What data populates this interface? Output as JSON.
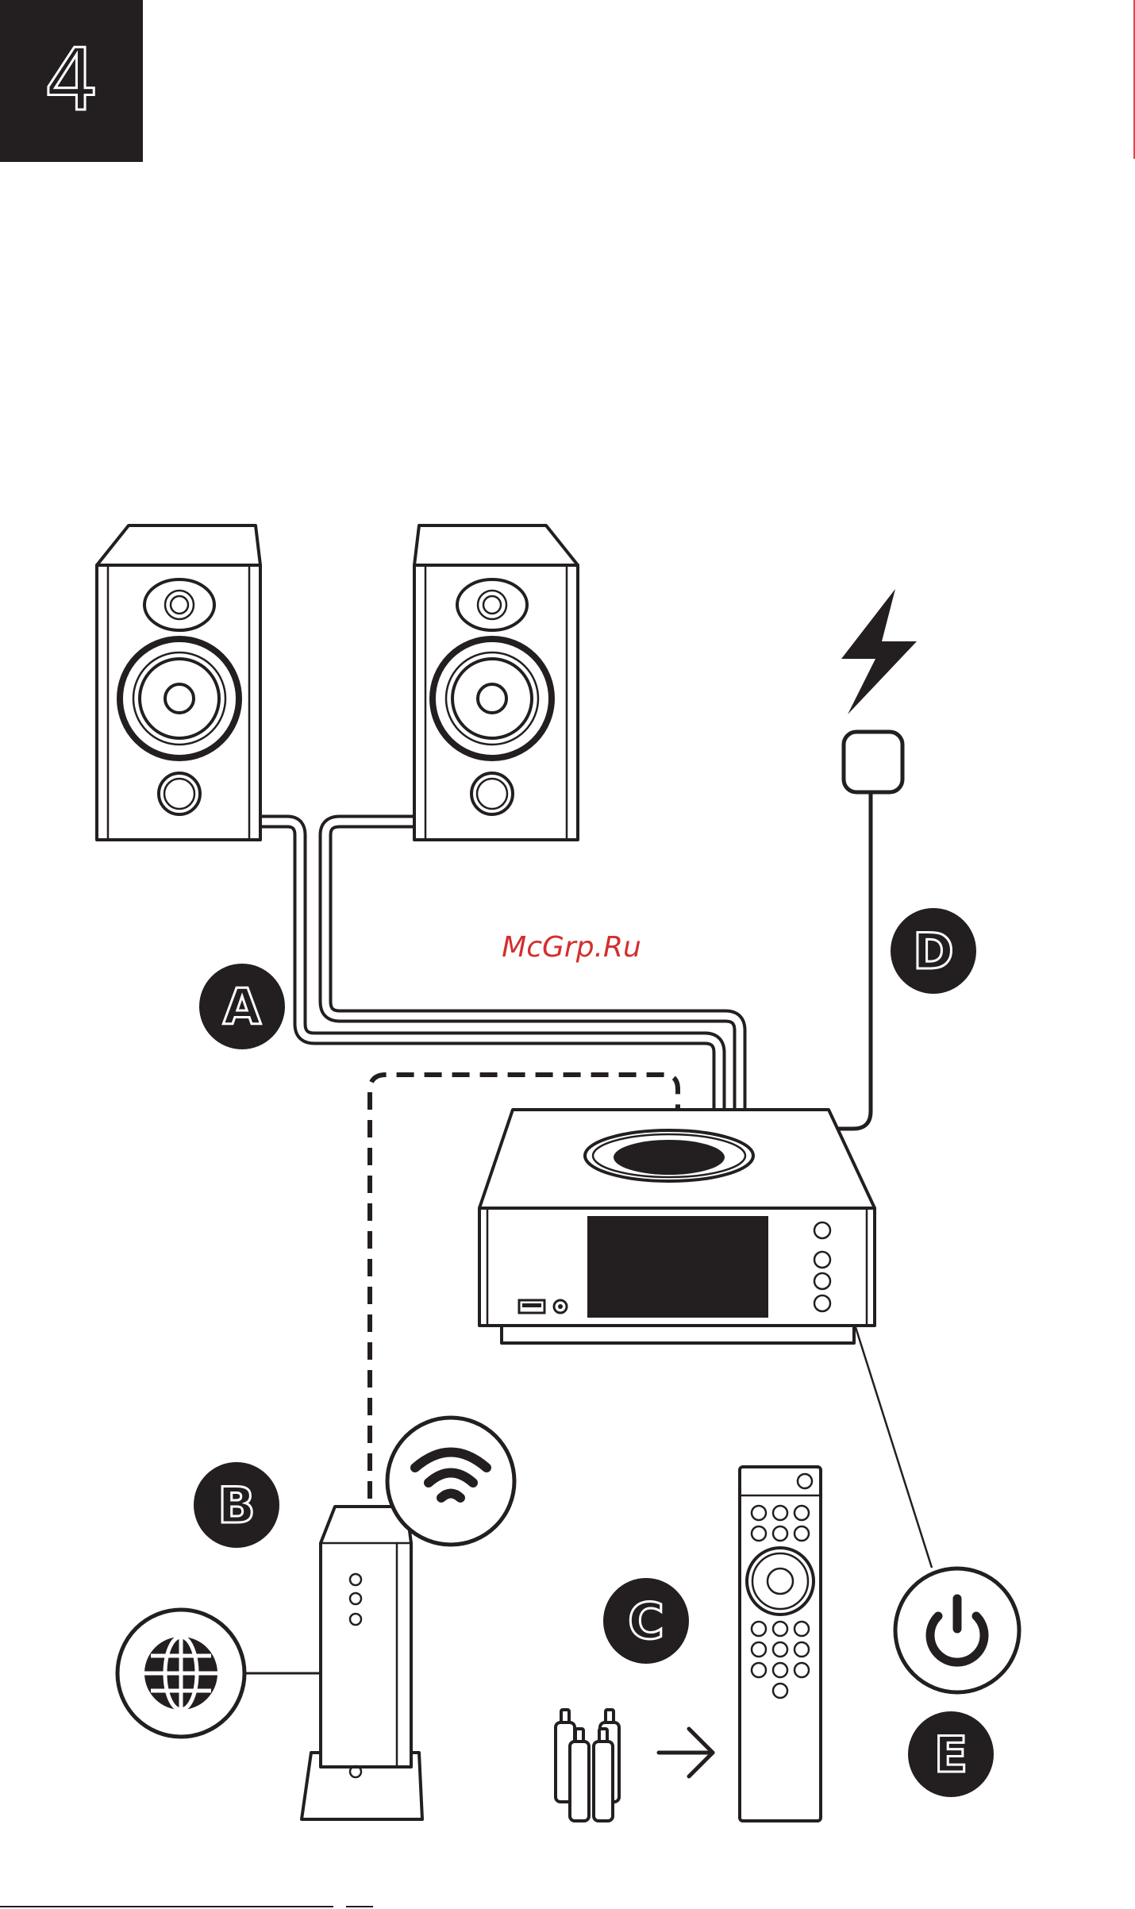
{
  "step": {
    "number": "4"
  },
  "watermark": "McGrp.Ru",
  "labels": {
    "a": "A",
    "b": "B",
    "c": "C",
    "d": "D",
    "e": "E"
  },
  "icons": [
    "speaker-icon",
    "lightning-icon",
    "mains-plug-icon",
    "streamer-icon",
    "router-icon",
    "wifi-icon",
    "globe-icon",
    "battery-icon",
    "arrow-right-icon",
    "remote-control-icon",
    "power-icon"
  ],
  "colors": {
    "ink": "#231f20",
    "background": "#ffffff",
    "watermark": "#d32f2f",
    "accent": "#e8434a"
  }
}
